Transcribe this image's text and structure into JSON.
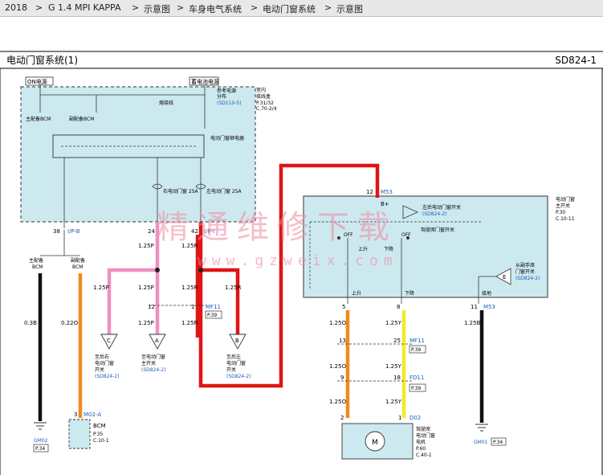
{
  "breadcrumb": {
    "items": [
      "2018",
      "G 1.4 MPI KAPPA",
      "示意图",
      "车身电气系统",
      "电动门窗系统",
      "示意图"
    ],
    "sep": ">"
  },
  "header": {
    "title": "电动门窗系统(1)",
    "code": "SD824-1"
  },
  "watermark": {
    "text": "精通维修下载",
    "url": "www.gzweix.com"
  },
  "fusebox": {
    "on_power": "ON电源",
    "battery_power": "蓄电池电源",
    "title_lines": [
      "室内",
      "接线盒"
    ],
    "main_bcm": "主配备BCM",
    "sub_bcm": "副配备BCM",
    "relay_label": "电动门窗继电器",
    "fuse_left": "右电动门窗 25A",
    "fuse_right": "左电动门窗 25A",
    "reset_lines": [
      "参考电源",
      "分布"
    ],
    "reset_ref": "(SD110-5)",
    "fuse_lbl": "熔接线",
    "page_ref_lines": [
      "P.31/32",
      "C.70-2/4"
    ],
    "pin_ipb": "38",
    "conn_ipb": "I/P-B",
    "pin_24": "24",
    "pin_42": "42",
    "conn_ipi": "I/P-I"
  },
  "main_switch": {
    "title_lines": [
      "电动门窗",
      "主开关"
    ],
    "page_ref_lines": [
      "P.30",
      "C.10-11"
    ],
    "pin_12": "12",
    "conn_m53": "M53",
    "bplus": "B+",
    "rl_switch_lines": [
      "左后电动门窗开关"
    ],
    "rl_ref": "(SD824-2)",
    "dr_switch": "驾驶席门窗开关",
    "off": "OFF",
    "up": "上升",
    "down": "下降",
    "from_passenger_lines": [
      "从副手席",
      "门窗开关"
    ],
    "from_passenger_ref": "(SD824-2)",
    "conn_e": "E",
    "pin_5": "5",
    "pin_8": "8",
    "pin_11": "11",
    "conn_m53b": "M53",
    "lbl_up": "上升",
    "lbl_down": "下降",
    "lbl_ground": "接地"
  },
  "left_side": {
    "main_bcm_lines": [
      "主配备",
      "BCM"
    ],
    "sub_bcm_lines": [
      "副配备",
      "BCM"
    ],
    "wire_03b": "0.3B",
    "wire_022o": "0.22O",
    "bcm_pin": "3",
    "bcm_conn": "M02-A",
    "bcm_name": "BCM",
    "bcm_ref_lines": [
      "P.35",
      "C.10-1"
    ],
    "gm02": "GM02",
    "gm02_ref": "P.34"
  },
  "middle": {
    "w125p_a": "1.25P",
    "w125p_b": "1.25P",
    "w125p_c": "1.25P",
    "w125p_d": "1.25P",
    "w125r_a": "1.25R",
    "w125r_b": "1.25R",
    "w125r_c": "1.25R",
    "w125r_d": "1.25R",
    "pin12": "12",
    "pin1": "1",
    "conn_mf11": "MF11",
    "ref_p39": "P.39",
    "conn_c": "C",
    "conn_a": "A",
    "conn_b": "B",
    "c_lines": [
      "至后右",
      "电动门窗",
      "开关"
    ],
    "c_ref": "(SD824-2)",
    "a_lines": [
      "至电动门窗",
      "主开关"
    ],
    "a_ref": "(SD824-2)",
    "b_lines": [
      "至后左",
      "电动门窗",
      "开关"
    ],
    "b_ref": "(SD824-2)"
  },
  "motor_side": {
    "w125o_a": "1.25O",
    "w125o_b": "1.25O",
    "w125o_c": "1.25O",
    "w125y_a": "1.25Y",
    "w125y_b": "1.25Y",
    "w125y_c": "1.25Y",
    "w125b": "1.25B",
    "pin13": "13",
    "pin25": "25",
    "conn_mf11": "MF11",
    "ref_p39a": "P.39",
    "pin9": "9",
    "pin18": "18",
    "conn_fd11": "FD11",
    "ref_p39b": "P.39",
    "pin2": "2",
    "pin1": "1",
    "conn_d02": "D02",
    "motor_lines": [
      "驾驶席",
      "电动门窗",
      "电机"
    ],
    "motor_ref_lines": [
      "P.60",
      "C.40-1"
    ],
    "motor_symbol": "M",
    "gm01": "GM01",
    "gm01_ref": "P.34"
  },
  "colors": {
    "red": "#e01414",
    "pink": "#ef8fc0",
    "orange": "#ef8a1e",
    "yellow": "#f3ea2a",
    "black": "#111111",
    "panel": "#cde9f0"
  }
}
